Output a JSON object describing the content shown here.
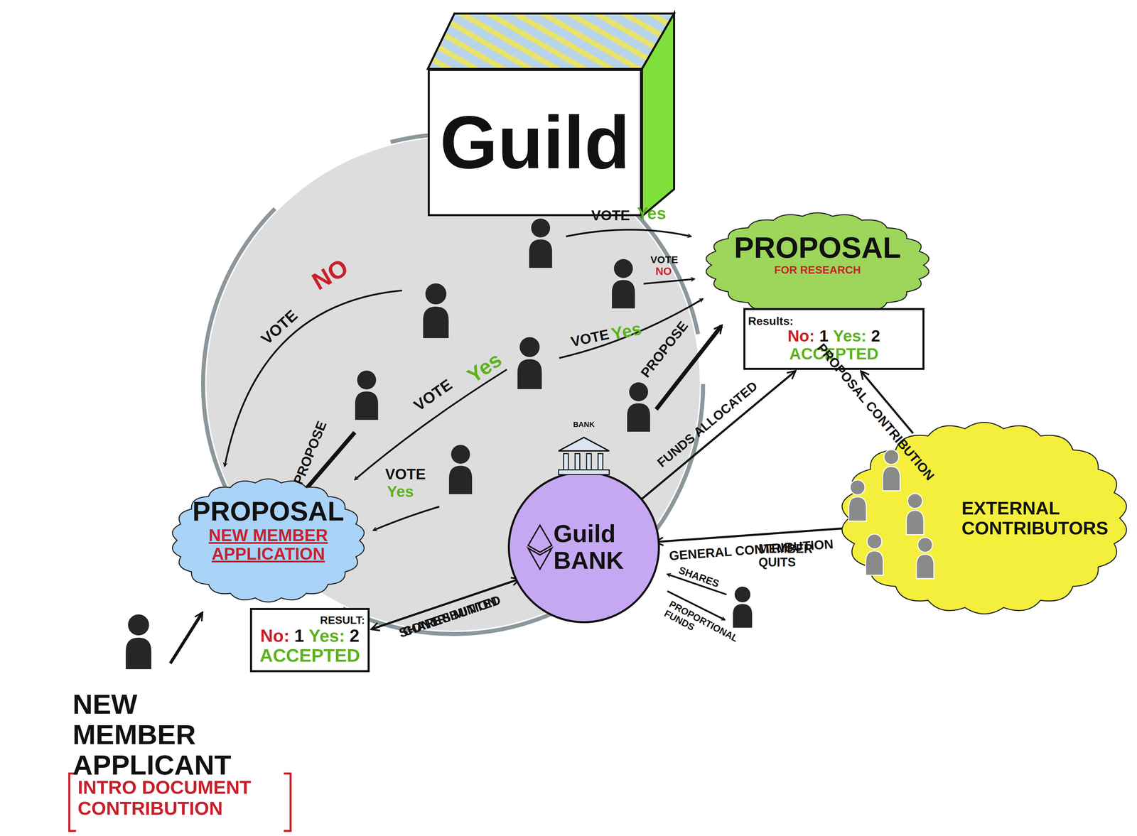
{
  "diagram": {
    "nodes": [
      {
        "text": [
          "Guild"
        ]
      },
      {
        "text": [
          "PROPOSAL",
          "FOR RESEARCH"
        ]
      },
      {
        "text": [
          "Results:",
          "No:",
          "1",
          "Yes:",
          "2",
          "ACCEPTED"
        ]
      },
      {
        "text": [
          "PROPOSAL",
          "NEW MEMBER APPLICATION"
        ]
      },
      {
        "text": [
          "RESULT:",
          "No:",
          "1",
          "Yes:",
          "2",
          "ACCEPTED"
        ]
      },
      {
        "text": [
          "BANK",
          "Guild BANK"
        ]
      },
      {
        "text": [
          "EXTERNAL CONTRIBUTORS"
        ]
      }
    ],
    "edges": [
      {
        "from": 5,
        "to": 2,
        "label": "FUNDS ALLOCATED",
        "arrow": "to"
      },
      {
        "from": 6,
        "to": 5,
        "label": "GENERAL CONTRIBUTION",
        "arrow": "to"
      },
      {
        "from": 6,
        "to": 2,
        "label": "PROPOSAL CONTRIBUTION",
        "arrow": "to"
      },
      {
        "from": 5,
        "to": 4,
        "label": "SHARES MINTED",
        "arrow": "to"
      },
      {
        "from": 4,
        "to": 5,
        "label": "CONTRIBUTION",
        "arrow": "to"
      }
    ],
    "labels": [
      "VOTE",
      "Yes",
      "VOTE",
      "NO",
      "VOTE",
      "Yes",
      "PROPOSE",
      "VOTE",
      "NO",
      "VOTE",
      "Yes",
      "PROPOSE",
      "VOTE",
      "Yes",
      "MEMBER QUITS",
      "SHARES",
      "PROPORTIONAL FUNDS",
      "NEW MEMBER APPLICANT",
      "INTRO DOCUMENT CONTRIBUTION"
    ]
  }
}
